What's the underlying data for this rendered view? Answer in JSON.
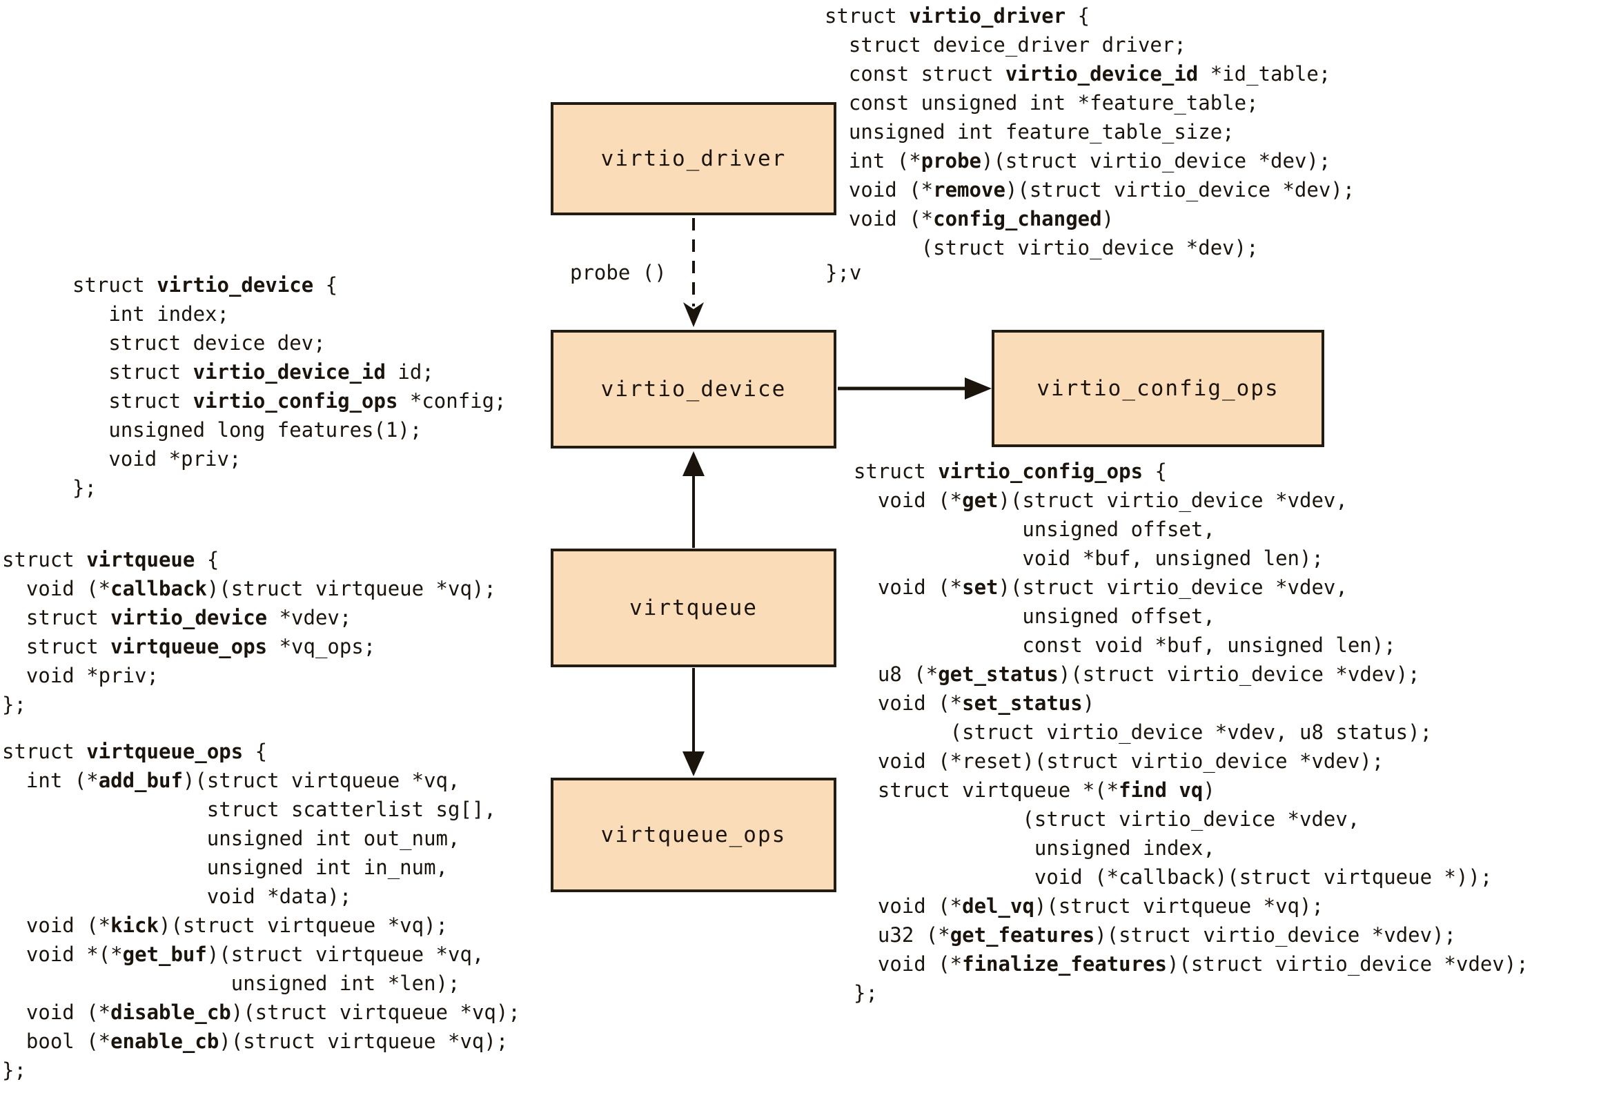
{
  "colors": {
    "box_fill": "#fadcb9",
    "box_border": "#231c13",
    "ink": "#1b140c",
    "background": "#ffffff"
  },
  "boxes": [
    {
      "id": "virtio_driver",
      "label": "virtio_driver"
    },
    {
      "id": "virtio_device",
      "label": "virtio_device"
    },
    {
      "id": "virtio_config_ops",
      "label": "virtio_config_ops"
    },
    {
      "id": "virtqueue",
      "label": "virtqueue"
    },
    {
      "id": "virtqueue_ops",
      "label": "virtqueue_ops"
    }
  ],
  "labels": {
    "probe": "probe ()",
    "closing_brace": "};v"
  },
  "code_blocks": {
    "virtio_driver": [
      [
        {
          "t": "struct "
        },
        {
          "t": "virtio_driver",
          "b": true
        },
        {
          "t": " {"
        }
      ],
      [
        {
          "t": "  struct device_driver driver;"
        }
      ],
      [
        {
          "t": "  const struct "
        },
        {
          "t": "virtio_device_id",
          "b": true
        },
        {
          "t": " *id_table;"
        }
      ],
      [
        {
          "t": "  const unsigned int *feature_table;"
        }
      ],
      [
        {
          "t": "  unsigned int feature_table_size;"
        }
      ],
      [
        {
          "t": "  int (*"
        },
        {
          "t": "probe",
          "b": true
        },
        {
          "t": ")(struct virtio_device *dev);"
        }
      ],
      [
        {
          "t": "  void (*"
        },
        {
          "t": "remove",
          "b": true
        },
        {
          "t": ")(struct virtio_device *dev);"
        }
      ],
      [
        {
          "t": "  void (*"
        },
        {
          "t": "config_changed",
          "b": true
        },
        {
          "t": ")"
        }
      ],
      [
        {
          "t": "        (struct virtio_device *dev);"
        }
      ]
    ],
    "virtio_device": [
      [
        {
          "t": "struct "
        },
        {
          "t": "virtio_device",
          "b": true
        },
        {
          "t": " {"
        }
      ],
      [
        {
          "t": "   int index;"
        }
      ],
      [
        {
          "t": "   struct device dev;"
        }
      ],
      [
        {
          "t": "   struct "
        },
        {
          "t": "virtio_device_id",
          "b": true
        },
        {
          "t": " id;"
        }
      ],
      [
        {
          "t": "   struct "
        },
        {
          "t": "virtio_config_ops",
          "b": true
        },
        {
          "t": " *config;"
        }
      ],
      [
        {
          "t": "   unsigned long features(1);"
        }
      ],
      [
        {
          "t": "   void *priv;"
        }
      ],
      [
        {
          "t": "};"
        }
      ]
    ],
    "virtqueue": [
      [
        {
          "t": "struct "
        },
        {
          "t": "virtqueue",
          "b": true
        },
        {
          "t": " {"
        }
      ],
      [
        {
          "t": "  void (*"
        },
        {
          "t": "callback",
          "b": true
        },
        {
          "t": ")(struct virtqueue *vq);"
        }
      ],
      [
        {
          "t": "  struct "
        },
        {
          "t": "virtio_device",
          "b": true
        },
        {
          "t": " *vdev;"
        }
      ],
      [
        {
          "t": "  struct "
        },
        {
          "t": "virtqueue_ops",
          "b": true
        },
        {
          "t": " *vq_ops;"
        }
      ],
      [
        {
          "t": "  void *priv;"
        }
      ],
      [
        {
          "t": "};"
        }
      ]
    ],
    "virtqueue_ops": [
      [
        {
          "t": "struct "
        },
        {
          "t": "virtqueue_ops",
          "b": true
        },
        {
          "t": " {"
        }
      ],
      [
        {
          "t": "  int (*"
        },
        {
          "t": "add_buf",
          "b": true
        },
        {
          "t": ")(struct virtqueue *vq,"
        }
      ],
      [
        {
          "t": "                 struct scatterlist sg[],"
        }
      ],
      [
        {
          "t": "                 unsigned int out_num,"
        }
      ],
      [
        {
          "t": "                 unsigned int in_num,"
        }
      ],
      [
        {
          "t": "                 void *data);"
        }
      ],
      [
        {
          "t": "  void (*"
        },
        {
          "t": "kick",
          "b": true
        },
        {
          "t": ")(struct virtqueue *vq);"
        }
      ],
      [
        {
          "t": "  void *(*"
        },
        {
          "t": "get_buf",
          "b": true
        },
        {
          "t": ")(struct virtqueue *vq,"
        }
      ],
      [
        {
          "t": "                   unsigned int *len);"
        }
      ],
      [
        {
          "t": "  void (*"
        },
        {
          "t": "disable_cb",
          "b": true
        },
        {
          "t": ")(struct virtqueue *vq);"
        }
      ],
      [
        {
          "t": "  bool (*"
        },
        {
          "t": "enable_cb",
          "b": true
        },
        {
          "t": ")(struct virtqueue *vq);"
        }
      ],
      [
        {
          "t": "};"
        }
      ]
    ],
    "virtio_config_ops": [
      [
        {
          "t": "struct "
        },
        {
          "t": "virtio_config_ops",
          "b": true
        },
        {
          "t": " {"
        }
      ],
      [
        {
          "t": "  void (*"
        },
        {
          "t": "get",
          "b": true
        },
        {
          "t": ")(struct virtio_device *vdev,"
        }
      ],
      [
        {
          "t": "              unsigned offset,"
        }
      ],
      [
        {
          "t": "              void *buf, unsigned len);"
        }
      ],
      [
        {
          "t": "  void (*"
        },
        {
          "t": "set",
          "b": true
        },
        {
          "t": ")(struct virtio_device *vdev,"
        }
      ],
      [
        {
          "t": "              unsigned offset,"
        }
      ],
      [
        {
          "t": "              const void *buf, unsigned len);"
        }
      ],
      [
        {
          "t": "  u8 (*"
        },
        {
          "t": "get_status",
          "b": true
        },
        {
          "t": ")(struct virtio_device *vdev);"
        }
      ],
      [
        {
          "t": "  void (*"
        },
        {
          "t": "set_status",
          "b": true
        },
        {
          "t": ")"
        }
      ],
      [
        {
          "t": "        (struct virtio_device *vdev, u8 status);"
        }
      ],
      [
        {
          "t": "  void (*reset)(struct virtio_device *vdev);"
        }
      ],
      [
        {
          "t": "  struct virtqueue *(*"
        },
        {
          "t": "find vq",
          "b": true
        },
        {
          "t": ")"
        }
      ],
      [
        {
          "t": "              (struct virtio_device *vdev,"
        }
      ],
      [
        {
          "t": "               unsigned index,"
        }
      ],
      [
        {
          "t": "               void (*callback)(struct virtqueue *));"
        }
      ],
      [
        {
          "t": "  void (*"
        },
        {
          "t": "del_vq",
          "b": true
        },
        {
          "t": ")(struct virtqueue *vq);"
        }
      ],
      [
        {
          "t": "  u32 (*"
        },
        {
          "t": "get_features",
          "b": true
        },
        {
          "t": ")(struct virtio_device *vdev);"
        }
      ],
      [
        {
          "t": "  void (*"
        },
        {
          "t": "finalize_features",
          "b": true
        },
        {
          "t": ")(struct virtio_device *vdev);"
        }
      ],
      [
        {
          "t": "};"
        }
      ]
    ]
  }
}
